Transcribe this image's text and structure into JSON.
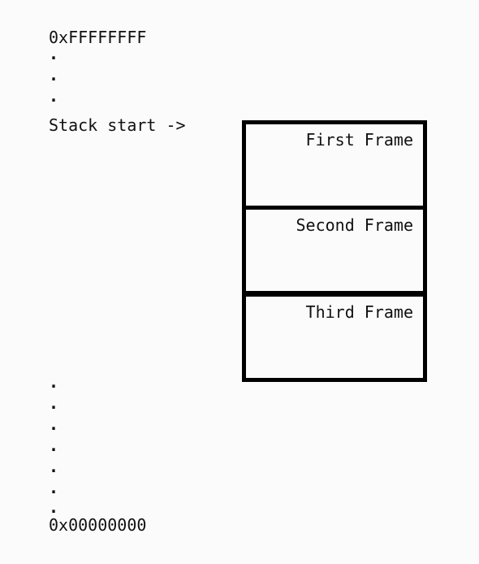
{
  "memory": {
    "top_address": "0xFFFFFFFF",
    "bottom_address": "0x00000000",
    "ellipsis_dot": ".",
    "stack_start_label": "Stack start ->"
  },
  "stack": {
    "frames": [
      {
        "label": "First Frame"
      },
      {
        "label": "Second Frame"
      },
      {
        "label": "Third Frame"
      }
    ]
  },
  "colors": {
    "background": "#fbfbfb",
    "border": "#000000",
    "text": "#111111"
  }
}
